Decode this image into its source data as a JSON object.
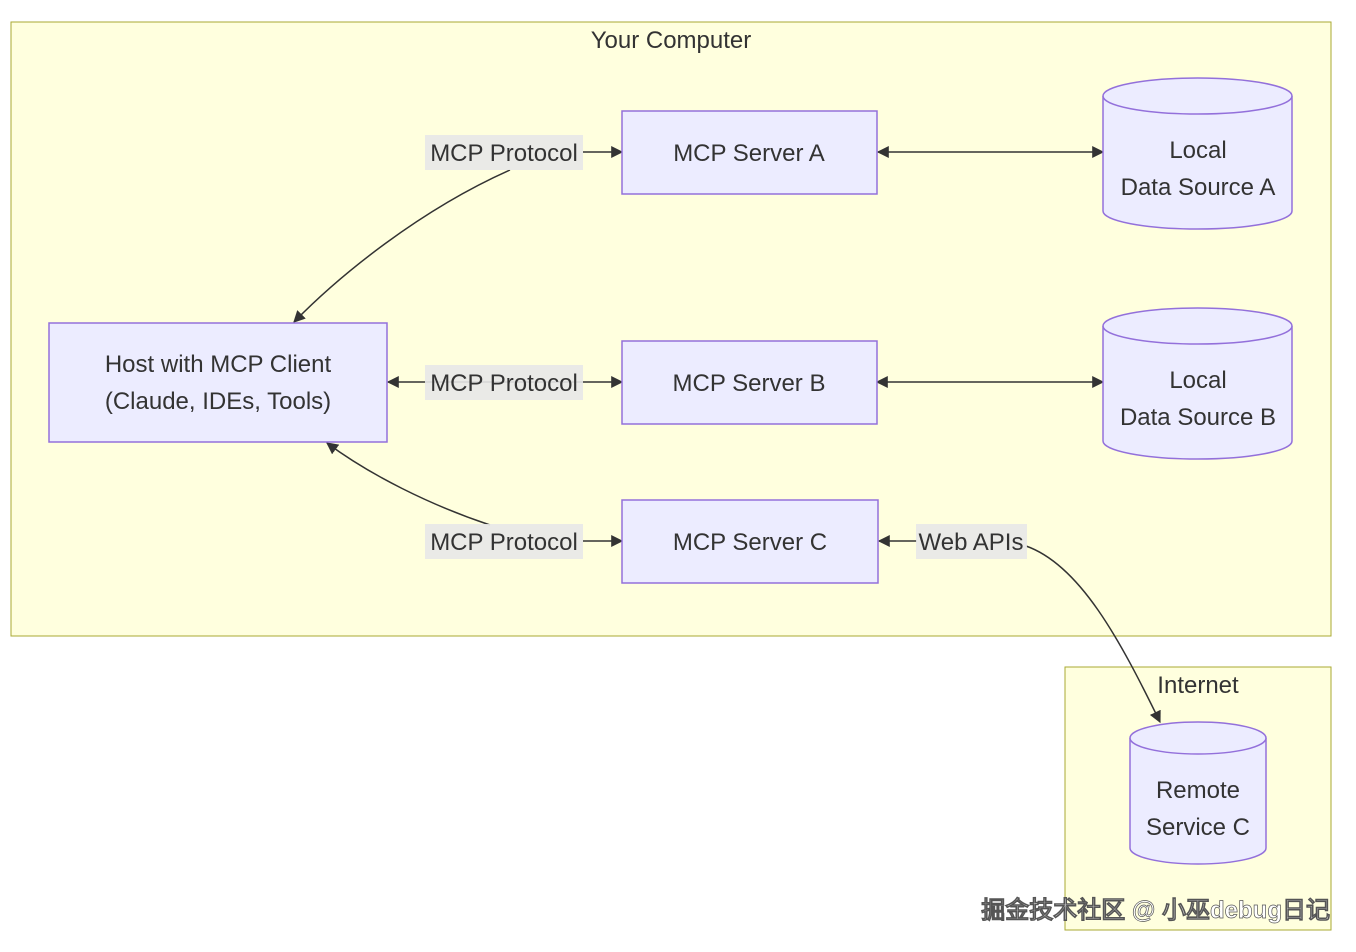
{
  "clusters": {
    "computer": "Your Computer",
    "internet": "Internet"
  },
  "nodes": {
    "host": [
      "Host with MCP Client",
      "(Claude, IDEs, Tools)"
    ],
    "server_a": "MCP Server A",
    "server_b": "MCP Server B",
    "server_c": "MCP Server C",
    "data_a": [
      "Local",
      "Data Source A"
    ],
    "data_b": [
      "Local",
      "Data Source B"
    ],
    "remote_c": [
      "Remote",
      "Service C"
    ]
  },
  "edges": {
    "host_a": "MCP Protocol",
    "host_b": "MCP Protocol",
    "host_c": "MCP Protocol",
    "c_remote": "Web APIs"
  },
  "watermark": "掘金技术社区 @ 小巫debug日记",
  "colors": {
    "cluster_fill": "#ffffde",
    "cluster_stroke": "#aaaa33",
    "node_fill": "#ececff",
    "node_stroke": "#9370db",
    "edge": "#333333"
  }
}
